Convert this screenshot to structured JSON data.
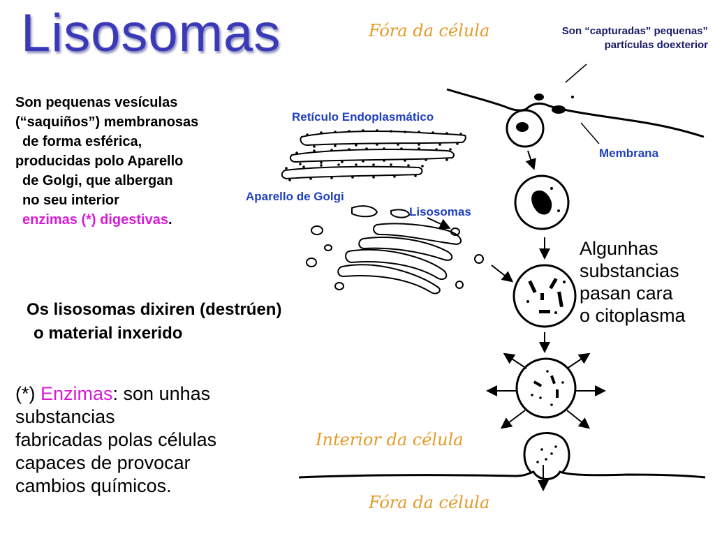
{
  "title": "Lisosomas",
  "intro": {
    "lines": [
      "Son pequenas vesículas",
      "(“saquiños”) membranosas",
      "de forma esférica,",
      "producidas polo Aparello",
      "de Golgi,  que albergan",
      "no seu interior"
    ],
    "highlight": "enzimas (*) digestivas",
    "end": "."
  },
  "destroy": {
    "lines": [
      "Os lisosomas dixiren (destrúen)",
      "o material inxerido"
    ]
  },
  "note": {
    "prefix": "(*) ",
    "term": "Enzimas",
    "rest": ": son unhas",
    "lines": [
      "substancias",
      "fabricadas polas células",
      "capaces de provocar",
      "cambios químicos."
    ]
  },
  "labels": {
    "outside_top": "Fóra  da  célula",
    "captured": [
      "Son “capturadas” pequenas”",
      "partículas doexterior"
    ],
    "reticulum": "Retículo Endoplasmático",
    "membrane": "Membrana",
    "golgi": "Aparello de Golgi",
    "lysosomes": "Lisosomas",
    "substances": [
      "Algunhas",
      "substancias",
      "pasan cara",
      "o citoplasma"
    ],
    "inside": "Interior  da  célula",
    "outside_bottom": "Fóra  da  célula"
  },
  "colors": {
    "title": "#3a3ab8",
    "highlight": "#d71ad7",
    "handwritten": "#e59a28",
    "blue_label": "#1f3fc0"
  }
}
